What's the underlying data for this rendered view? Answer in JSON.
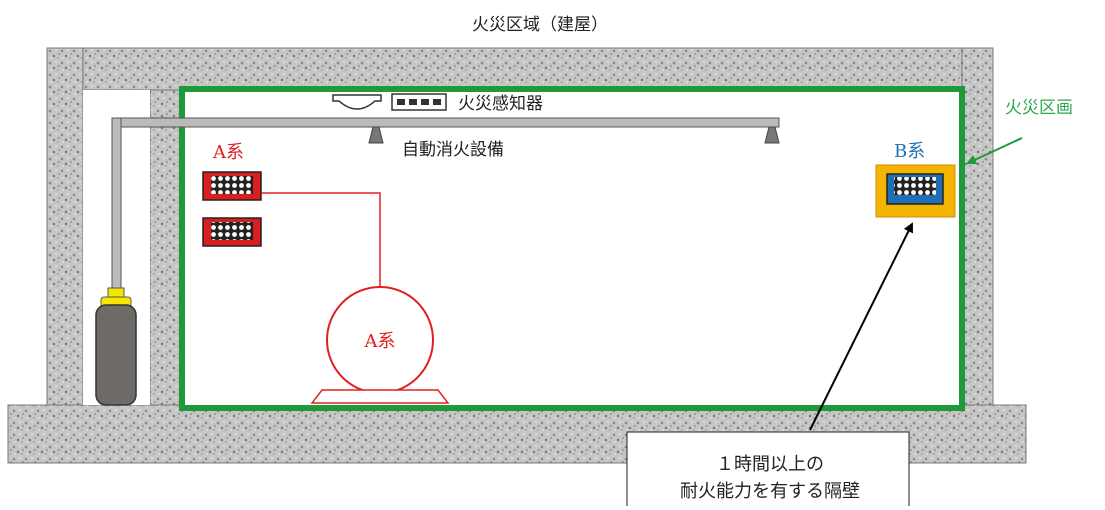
{
  "building": {
    "title": "火災区域（建屋）"
  },
  "fire_zone": {
    "label": "火災区画"
  },
  "detector": {
    "label": "火災感知器"
  },
  "extinguishing": {
    "label": "自動消火設備"
  },
  "train_a": {
    "panel_label": "A系",
    "pump_label": "A系",
    "color": "#e02020"
  },
  "train_b": {
    "panel_label": "B系",
    "color": "#1f6fb5",
    "enclosure_color": "#f5b400"
  },
  "wall_note": {
    "line1": "１時間以上の",
    "line2": "耐火能力を有する隔壁"
  },
  "colors": {
    "zone_border": "#1e9a3a",
    "zone_label": "#2fa84f",
    "concrete": "#bdbdbd"
  }
}
